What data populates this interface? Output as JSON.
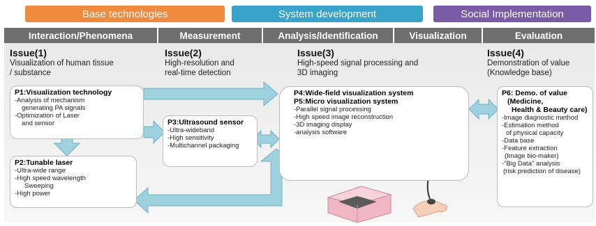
{
  "banners": {
    "base": "Base technologies",
    "system": "System development",
    "social": "Social Implementation"
  },
  "headers": [
    "Interaction/Phenomena",
    "Measurement",
    "Analysis/Identification",
    "Visualization",
    "Evaluation"
  ],
  "issues": [
    {
      "title": "Issue(1)",
      "desc_lines": [
        "Visualization of human tissue",
        "/ substance"
      ]
    },
    {
      "title": "Issue(2)",
      "desc_lines": [
        "High-resolution and",
        "real-time detection"
      ]
    },
    {
      "title": "Issue(3)",
      "desc_lines": [
        "High-speed signal processing and",
        "3D imaging"
      ]
    },
    {
      "title": "Issue(4)",
      "desc_lines": [
        "Demonstration of value",
        "(Knowledge base)"
      ]
    }
  ],
  "boxes": {
    "p1": {
      "title": "P1:Visualization technology",
      "items": [
        "-Analysis of mechanism",
        "  generating PA signals",
        "-Optimization of Laser",
        "  and sensor"
      ]
    },
    "p2": {
      "title": "P2:Tunable laser",
      "items": [
        "-Ultra-wide range",
        "-High speed wavelength",
        "  Sweeping",
        "-High power"
      ]
    },
    "p3": {
      "title": "P3:Ultrasound sensor",
      "items": [
        "-Ultra-wideband",
        "-High sensitivity",
        "-Multichannel packaging"
      ]
    },
    "p45": {
      "title1": "P4:Wide-field visualization system",
      "title2": "P5:Micro  visualization system",
      "items": [
        "-Parallel signal processing",
        "-High speed image reconstruction",
        "-3D imaging display",
        "-analysis software"
      ]
    },
    "p6": {
      "title1": "P6: Demo. of value",
      "title2": "(Medicine,",
      "title3": "Health & Beauty care)",
      "items": [
        "-Image diagnostic method",
        "-Estimation method",
        "  of physical capacity",
        "-Data base",
        "-Feature extraction",
        "  (Image bio-maker)",
        "-\"Big Data\" analysis",
        "  (risk prediction of disease)"
      ]
    }
  },
  "colors": {
    "base": "#f08a3e",
    "system": "#3aa3c9",
    "social": "#7b5aa6",
    "header_bg": "#6e6e6e",
    "arrow_fill": "#9fd0dd",
    "arrow_stroke": "#6bb4c8"
  }
}
